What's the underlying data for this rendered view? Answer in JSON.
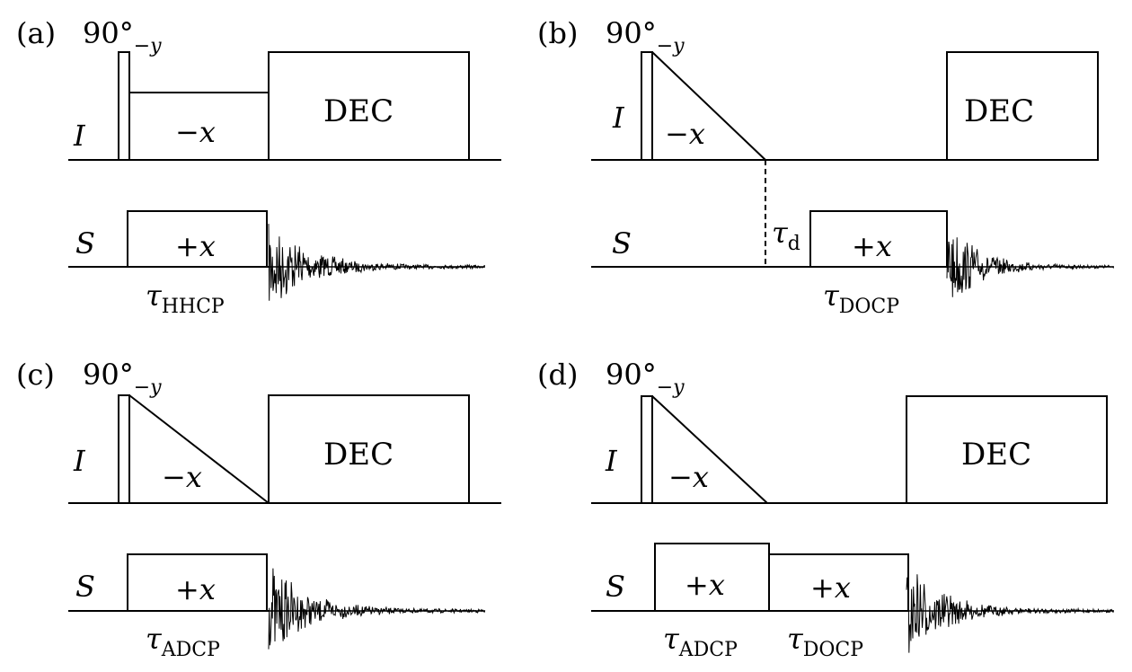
{
  "panels": [
    {
      "label": "(a)",
      "pulse": "90°",
      "pulse_phase": "−y",
      "I_channel": "I",
      "S_channel": "S",
      "I_phase": "−x",
      "S_phase": "+x",
      "dec": "DEC",
      "tau": "τ",
      "tau_sub": "HHCP"
    },
    {
      "label": "(b)",
      "pulse": "90°",
      "pulse_phase": "−y",
      "I_channel": "I",
      "S_channel": "S",
      "I_phase": "−x",
      "S_phase": "+x",
      "dec": "DEC",
      "tau": "τ",
      "tau_sub": "DOCP",
      "delay": "τ",
      "delay_sub": "d"
    },
    {
      "label": "(c)",
      "pulse": "90°",
      "pulse_phase": "−y",
      "I_channel": "I",
      "S_channel": "S",
      "I_phase": "−x",
      "S_phase": "+x",
      "dec": "DEC",
      "tau": "τ",
      "tau_sub": "ADCP"
    },
    {
      "label": "(d)",
      "pulse": "90°",
      "pulse_phase": "−y",
      "I_channel": "I",
      "S_channel": "S",
      "I_phase": "−x",
      "S_phase": "+x",
      "S_phase2": "+x",
      "dec": "DEC",
      "tau": "τ",
      "tau_sub": "ADCP",
      "tau2": "τ",
      "tau2_sub": "DOCP"
    }
  ]
}
